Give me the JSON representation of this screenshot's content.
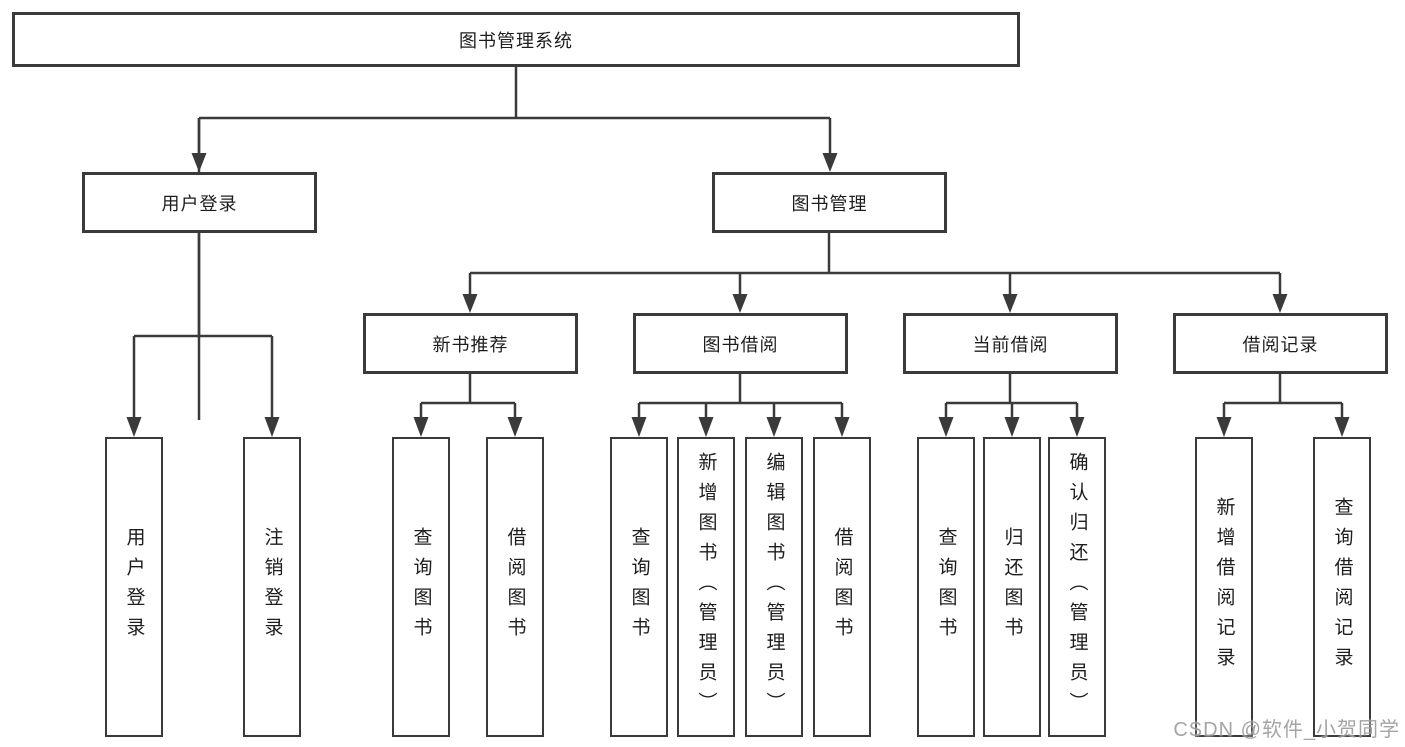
{
  "diagram": {
    "title": "图书管理系统",
    "nodes": {
      "root": "图书管理系统",
      "user_login": "用户登录",
      "book_management": "图书管理",
      "new_book_recommend": "新书推荐",
      "book_borrow": "图书借阅",
      "current_borrow": "当前借阅",
      "borrow_records": "借阅记录",
      "leaf_user_login": "用户登录",
      "leaf_logout": "注销登录",
      "nbr_query": "查询图书",
      "nbr_borrow": "借阅图书",
      "bb_query": "查询图书",
      "bb_add_admin": "新增图书（管理员）",
      "bb_edit_admin": "编辑图书（管理员）",
      "bb_borrow": "借阅图书",
      "cb_query": "查询图书",
      "cb_return": "归还图书",
      "cb_confirm_admin": "确认归还（管理员）",
      "br_add": "新增借阅记录",
      "br_query": "查询借阅记录"
    },
    "colors": {
      "line": "#3a3a3a",
      "box_border": "#3a3a3a",
      "text": "#1d1d1d",
      "background": "#ffffff",
      "watermark": "#949494"
    }
  },
  "watermark": "CSDN @软件_小贺同学"
}
